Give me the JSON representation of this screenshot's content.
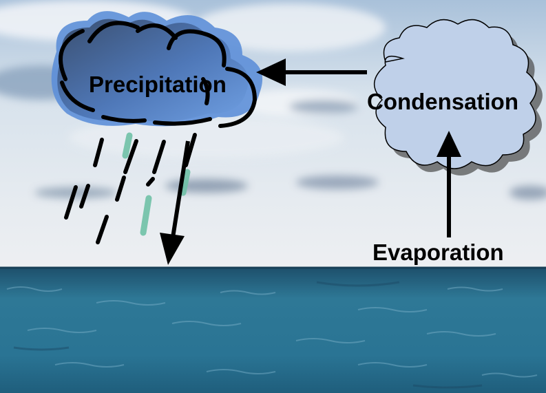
{
  "diagram": {
    "labels": {
      "precipitation": "Precipitation",
      "condensation": "Condensation",
      "evaporation": "Evaporation"
    },
    "colors": {
      "precipitation_cloud_dark": "#3f5a86",
      "precipitation_cloud_light": "#5b8cd6",
      "condensation_cloud": "#bccde6",
      "rain_teal": "#6fc1a6",
      "ocean": "#2c6f8e",
      "sky_top": "#bcd0e4",
      "arrow": "#000000"
    },
    "icons": [
      "precipitation-cloud-icon",
      "condensation-cloud-icon",
      "raindrops-icon"
    ]
  }
}
